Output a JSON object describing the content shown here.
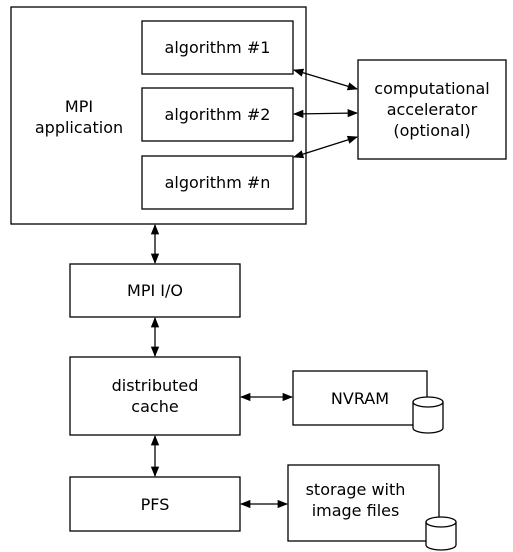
{
  "diagram": {
    "mpi_application": {
      "label": "MPI\napplication"
    },
    "algorithms": [
      {
        "label": "algorithm #1"
      },
      {
        "label": "algorithm #2"
      },
      {
        "label": "algorithm #n"
      }
    ],
    "accelerator": {
      "label": "computational\naccelerator\n(optional)"
    },
    "mpi_io": {
      "label": "MPI I/O"
    },
    "cache": {
      "label": "distributed\ncache"
    },
    "nvram": {
      "label": "NVRAM"
    },
    "pfs": {
      "label": "PFS"
    },
    "storage": {
      "label": "storage with\nimage files"
    }
  }
}
